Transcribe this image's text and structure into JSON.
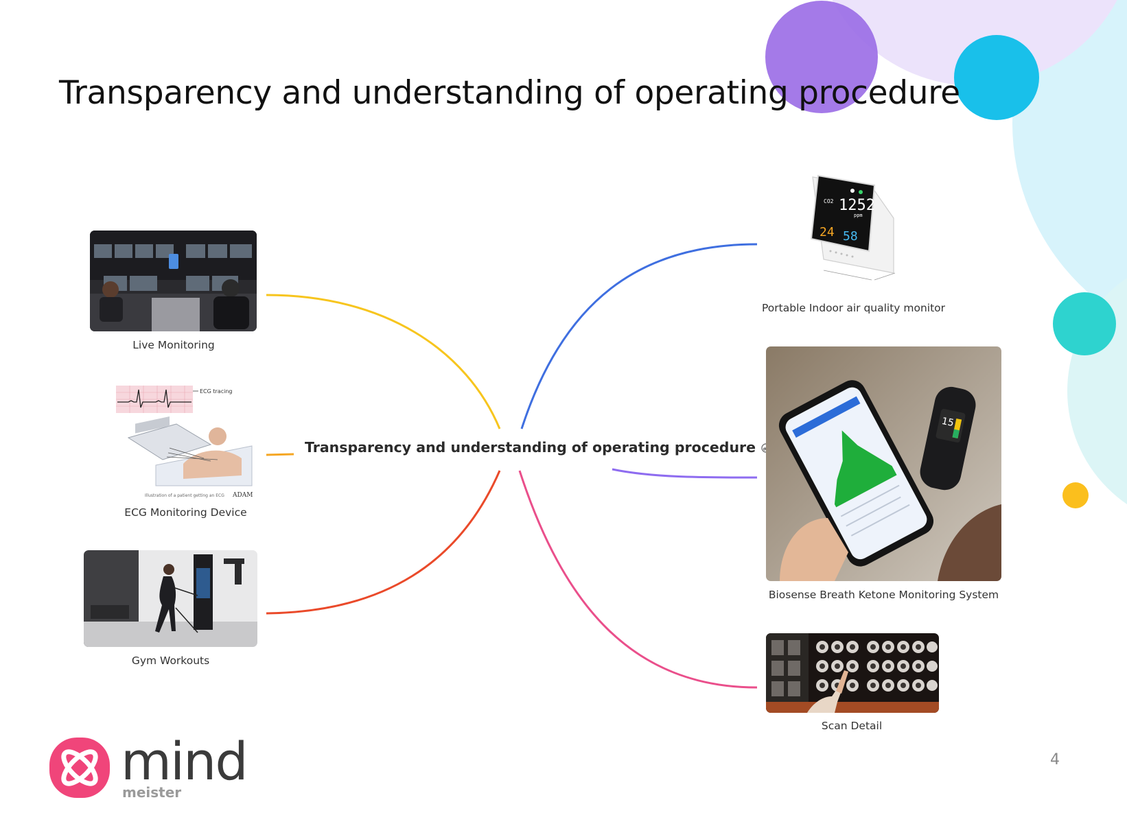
{
  "slide": {
    "title": "Transparency and understanding of operating procedure",
    "page_number": "4"
  },
  "mindmap": {
    "center": {
      "label": "Transparency and understanding of operating procedure",
      "icon": "link-icon"
    },
    "branches": [
      {
        "label": "Live Monitoring",
        "side": "left",
        "color": "#f7c51e"
      },
      {
        "label": "ECG Monitoring Device",
        "side": "left",
        "color": "#f5a623"
      },
      {
        "label": "Gym Workouts",
        "side": "left",
        "color": "#ea4a2a"
      },
      {
        "label": "Portable Indoor air quality monitor",
        "side": "right",
        "color": "#3f6fe0"
      },
      {
        "label": "Biosense Breath Ketone Monitoring System",
        "side": "right",
        "color": "#8e6cf0"
      },
      {
        "label": "Scan Detail",
        "side": "right",
        "color": "#ea4f8b"
      }
    ]
  },
  "ecg_image": {
    "tracing_label": "ECG tracing",
    "footnote": "Illustration of a patient getting an ECG",
    "brand": "ADAM"
  },
  "air_monitor": {
    "co2_label": "CO2",
    "co2_value": "1252",
    "unit": "ppm",
    "temp_value": "24",
    "humidity_value": "58"
  },
  "ketone_device": {
    "reading": "15"
  },
  "logo": {
    "word": "mind",
    "sub": "meister"
  },
  "colors": {
    "purple_blob": "#9a6be6",
    "light_purple": "#ece3fb",
    "cyan": "#19c0ea",
    "teal": "#2ed3cf",
    "light_cyan": "#d7f3fb",
    "yellow": "#fbbf1d",
    "brand_pink": "#f0457a"
  }
}
